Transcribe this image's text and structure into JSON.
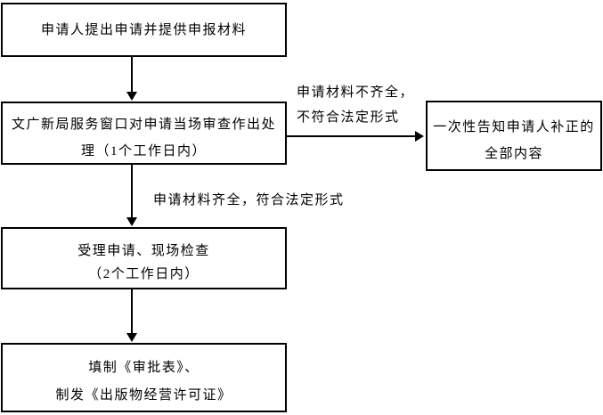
{
  "flowchart": {
    "node1": {
      "text": "申请人提出申请并提供申报材料"
    },
    "node2": {
      "line1": "文广新局服务窗口对申请当场审查作出处",
      "line2": "理（1个工作日内）"
    },
    "notify_node": {
      "line1": "一次性告知申请人补正的",
      "line2": "全部内容"
    },
    "node3": {
      "line1": "受理申请、现场检查",
      "line2": "（2个工作日内）"
    },
    "node4": {
      "line1": "填制《审批表》、",
      "line2": "制发《出版物经营许可证》"
    },
    "labels": {
      "incomplete_line1": "申请材料不齐全，",
      "incomplete_line2": "不符合法定形式",
      "complete": "申请材料齐全，符合法定形式"
    },
    "colors": {
      "line": "#000000",
      "background": "#ffffff",
      "text": "#000000"
    }
  }
}
